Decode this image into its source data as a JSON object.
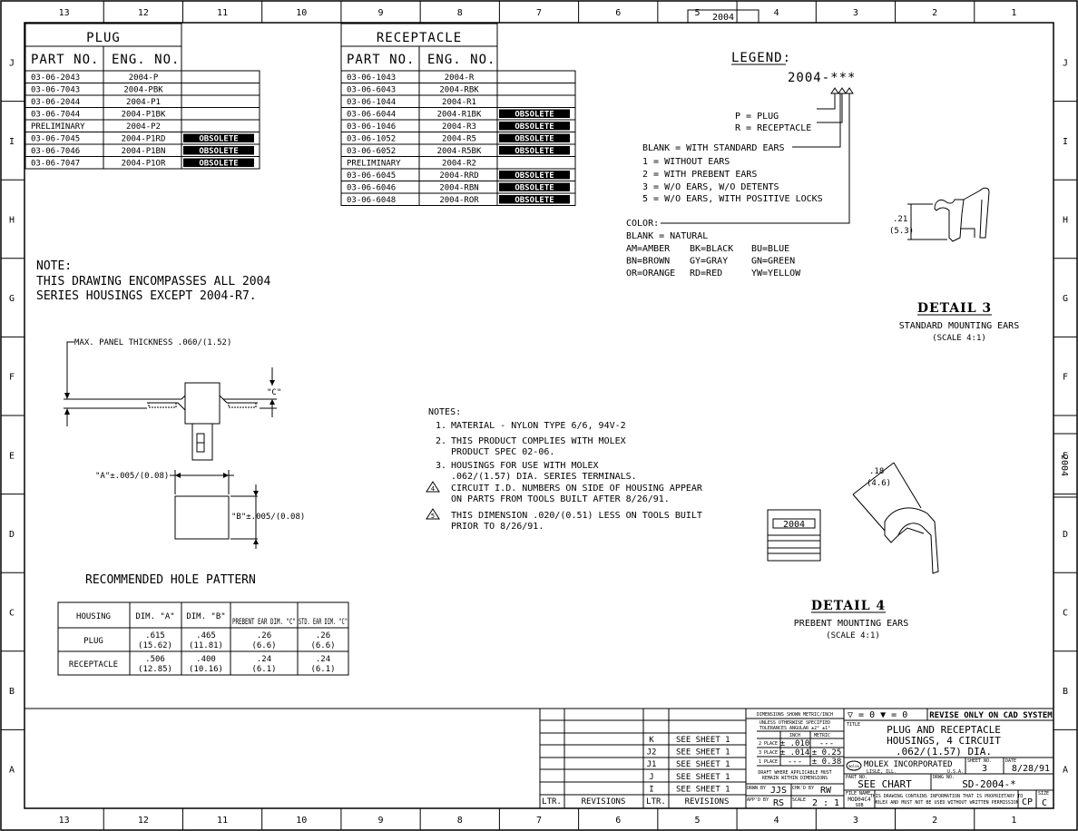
{
  "border": {
    "columns": [
      "13",
      "12",
      "11",
      "10",
      "9",
      "8",
      "7",
      "6",
      "5",
      "4",
      "3",
      "2",
      "1"
    ],
    "rows": [
      "J",
      "I",
      "H",
      "G",
      "F",
      "E",
      "D",
      "C",
      "B",
      "A"
    ],
    "top_tab": "2004",
    "side_tab": "2004"
  },
  "plug_table": {
    "title": "PLUG",
    "headers": [
      "PART NO.",
      "ENG. NO."
    ],
    "rows": [
      {
        "part": "03-06-2043",
        "eng": "2004-P",
        "status": ""
      },
      {
        "part": "03-06-7043",
        "eng": "2004-PBK",
        "status": ""
      },
      {
        "part": "03-06-2044",
        "eng": "2004-P1",
        "status": ""
      },
      {
        "part": "03-06-7044",
        "eng": "2004-P1BK",
        "status": ""
      },
      {
        "part": "PRELIMINARY",
        "eng": "2004-P2",
        "status": ""
      },
      {
        "part": "03-06-7045",
        "eng": "2004-P1RD",
        "status": "OBSOLETE"
      },
      {
        "part": "03-06-7046",
        "eng": "2004-P1BN",
        "status": "OBSOLETE"
      },
      {
        "part": "03-06-7047",
        "eng": "2004-P1OR",
        "status": "OBSOLETE"
      }
    ]
  },
  "receptacle_table": {
    "title": "RECEPTACLE",
    "headers": [
      "PART NO.",
      "ENG. NO."
    ],
    "rows": [
      {
        "part": "03-06-1043",
        "eng": "2004-R",
        "status": ""
      },
      {
        "part": "03-06-6043",
        "eng": "2004-RBK",
        "status": ""
      },
      {
        "part": "03-06-1044",
        "eng": "2004-R1",
        "status": ""
      },
      {
        "part": "03-06-6044",
        "eng": "2004-R1BK",
        "status": "OBSOLETE"
      },
      {
        "part": "03-06-1046",
        "eng": "2004-R3",
        "status": "OBSOLETE"
      },
      {
        "part": "03-06-1052",
        "eng": "2004-R5",
        "status": "OBSOLETE"
      },
      {
        "part": "03-06-6052",
        "eng": "2004-R5BK",
        "status": "OBSOLETE"
      },
      {
        "part": "PRELIMINARY",
        "eng": "2004-R2",
        "status": ""
      },
      {
        "part": "03-06-6045",
        "eng": "2004-RRD",
        "status": "OBSOLETE"
      },
      {
        "part": "03-06-6046",
        "eng": "2004-RBN",
        "status": "OBSOLETE"
      },
      {
        "part": "03-06-6048",
        "eng": "2004-ROR",
        "status": "OBSOLETE"
      }
    ]
  },
  "legend": {
    "title": "LEGEND:",
    "code": "2004-***",
    "type_lines": [
      "P = PLUG",
      "R = RECEPTACLE"
    ],
    "ear_lines": [
      "BLANK = WITH STANDARD EARS",
      "1 = WITHOUT EARS",
      "2 = WITH PREBENT EARS",
      "3 = W/O EARS, W/O DETENTS",
      "5 = W/O EARS, WITH POSITIVE LOCKS"
    ],
    "color_title": "COLOR:",
    "color_blank": "BLANK = NATURAL",
    "color_rows": [
      [
        "AM=AMBER",
        "BK=BLACK",
        "BU=BLUE"
      ],
      [
        "BN=BROWN",
        "GY=GRAY",
        "GN=GREEN"
      ],
      [
        "OR=ORANGE",
        "RD=RED",
        "YW=YELLOW"
      ]
    ]
  },
  "main_note": {
    "lines": [
      "NOTE:",
      "THIS DRAWING ENCOMPASSES ALL 2004",
      "SERIES HOUSINGS EXCEPT 2004-R7."
    ]
  },
  "panel_view": {
    "max_panel": "MAX. PANEL THICKNESS .060/(1.52)",
    "c_label": "\"C\"",
    "a_label": "\"A\"±.005/(0.08)",
    "b_label": "\"B\"±.005/(0.08)"
  },
  "hole_pattern": {
    "title": "RECOMMENDED HOLE PATTERN",
    "headers": [
      "HOUSING",
      "DIM. \"A\"",
      "DIM. \"B\"",
      "PREBENT EAR DIM. \"C\"",
      "STD. EAR DIM. \"C\""
    ],
    "rows": [
      {
        "housing": "PLUG",
        "a": [
          ".615",
          "(15.62)"
        ],
        "b": [
          ".465",
          "(11.81)"
        ],
        "prebent": [
          ".26",
          "(6.6)"
        ],
        "std": [
          ".26",
          "(6.6)"
        ]
      },
      {
        "housing": "RECEPTACLE",
        "a": [
          ".506",
          "(12.85)"
        ],
        "b": [
          ".400",
          "(10.16)"
        ],
        "prebent": [
          ".24",
          "(6.1)"
        ],
        "std": [
          ".24",
          "(6.1)"
        ]
      }
    ]
  },
  "notes": {
    "title": "NOTES:",
    "items": [
      {
        "num": "1.",
        "lines": [
          "MATERIAL - NYLON TYPE 6/6, 94V-2"
        ]
      },
      {
        "num": "2.",
        "lines": [
          "THIS PRODUCT COMPLIES WITH MOLEX",
          "PRODUCT SPEC 02-06."
        ]
      },
      {
        "num": "3.",
        "lines": [
          "HOUSINGS FOR USE WITH MOLEX",
          ".062/(1.57) DIA. SERIES TERMINALS."
        ]
      },
      {
        "num": "4",
        "lines": [
          "CIRCUIT I.D. NUMBERS ON SIDE OF HOUSING APPEAR",
          "ON PARTS FROM TOOLS BUILT AFTER 8/26/91."
        ]
      },
      {
        "num": "5",
        "lines": [
          "THIS DIMENSION .020/(0.51) LESS ON TOOLS BUILT",
          "PRIOR TO 8/26/91."
        ]
      }
    ]
  },
  "detail3": {
    "dim": [
      ".21",
      "(5.3)"
    ],
    "title": "DETAIL 3",
    "subtitle": "STANDARD MOUNTING EARS",
    "scale": "(SCALE 4:1)"
  },
  "detail4": {
    "dim": [
      ".18",
      "(4.6)"
    ],
    "part_label": "2004",
    "title": "DETAIL 4",
    "subtitle": "PREBENT MOUNTING EARS",
    "scale": "(SCALE 4:1)"
  },
  "revisions": {
    "rows": [
      {
        "ltr": "K",
        "text": "SEE SHEET 1"
      },
      {
        "ltr": "J2",
        "text": "SEE SHEET 1"
      },
      {
        "ltr": "J1",
        "text": "SEE SHEET 1"
      },
      {
        "ltr": "J",
        "text": "SEE SHEET 1"
      },
      {
        "ltr": "I",
        "text": "SEE SHEET 1"
      }
    ],
    "footer": [
      "LTR.",
      "REVISIONS",
      "LTR.",
      "REVISIONS"
    ]
  },
  "title_block": {
    "dim_note": "DIMENSIONS SHOWN METRIC/INCH",
    "tol_note": [
      "UNLESS OTHERWISE SPECIFIED",
      "TOLERANCES ANGULAR ±2° ±1°"
    ],
    "tol_headers": [
      "INCH",
      "METRIC"
    ],
    "tol_rows": [
      {
        "place": "2 PLACE",
        "inch": "± .010",
        "metric": "---"
      },
      {
        "place": "3 PLACE",
        "inch": "± .014",
        "metric": "± 0.25"
      },
      {
        "place": "1 PLACE",
        "inch": "---",
        "metric": "± 0.38"
      }
    ],
    "draft_note": [
      "DRAFT WHERE APPLICABLE MUST",
      "REMAIN WITHIN DIMENSIONS"
    ],
    "drwn_label": "DRWN BY",
    "drwn": "JJS",
    "chkd_label": "CHK'D BY",
    "chkd": "RW",
    "appd_label": "APP'D BY",
    "appd": "RS",
    "scale_label": "SCALE",
    "scale": "2 : 1",
    "symbols": "▽ = 0   ▼ = 0",
    "cad_note": "REVISE ONLY ON CAD SYSTEM",
    "title_label": "TITLE",
    "title_lines": [
      "PLUG AND RECEPTACLE",
      "HOUSINGS, 4 CIRCUIT",
      ".062/(1.57) DIA."
    ],
    "company": "MOLEX INCORPORATED",
    "company_sub": "LISLE, ILL.",
    "country": "U.S.A.",
    "sheet_label": "SHEET NO.",
    "sheet": "3",
    "date_label": "DATE",
    "date": "8/28/91",
    "part_label": "PART NO.",
    "part": "SEE CHART",
    "dwg_label": "DRWG NO.",
    "dwg": "SD-2004-*",
    "file_label": "FILE NAME",
    "file": "MOD04C4",
    "file_sub": "SDB",
    "confidential": [
      "THIS DRAWING CONTAINS INFORMATION THAT IS PROPRIETARY TO",
      "MOLEX AND MUST NOT BE USED WITHOUT WRITTEN PERMISSION"
    ],
    "cp": "CP",
    "size_label": "SIZE",
    "size": "C"
  }
}
